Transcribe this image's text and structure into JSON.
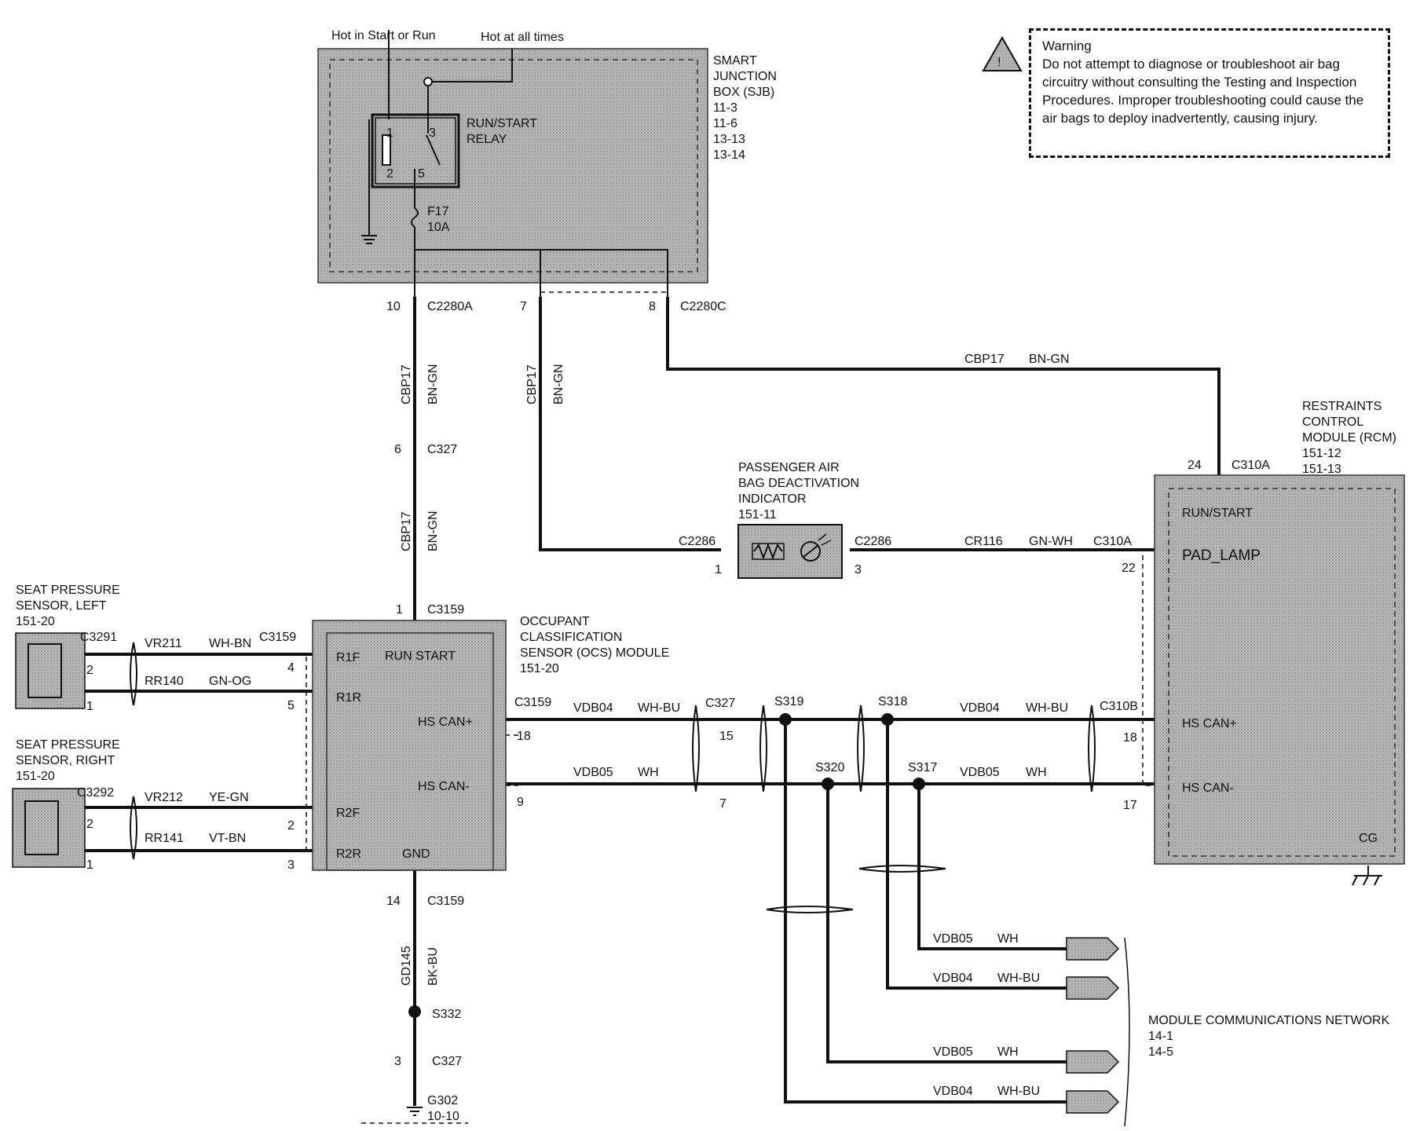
{
  "header": {
    "hot_start_run": "Hot in Start or Run",
    "hot_all_times": "Hot at all times"
  },
  "warning": {
    "title": "Warning",
    "body": "Do not attempt to diagnose or troubleshoot air bag circuitry without consulting the Testing and Inspection Procedures. Improper troubleshooting could cause the air bags to deploy inadvertently, causing injury."
  },
  "sjb": {
    "name_lines": [
      "SMART",
      "JUNCTION",
      "BOX (SJB)",
      "11-3",
      "11-6",
      "13-13",
      "13-14"
    ],
    "relay_lines": [
      "RUN/START",
      "RELAY"
    ],
    "fuse": "F17",
    "fuse_rating": "10A",
    "pins": [
      "1",
      "3",
      "2",
      "5"
    ]
  },
  "connectors": {
    "c2280a": "C2280A",
    "c2280a_pin": "10",
    "c2280c": "C2280C",
    "c2280c_pin7": "7",
    "c2280c_pin8": "8",
    "c327": "C327",
    "c327_pin6": "6",
    "c327_pin15": "15",
    "c327_pin7": "7",
    "c327_pin3": "3",
    "c3159": "C3159",
    "c3159_pin1": "1",
    "c3159_pin4": "4",
    "c3159_pin5": "5",
    "c3159_pin2": "2",
    "c3159_pin3": "3",
    "c3159_pin18": "18",
    "c3159_pin9": "9",
    "c3159_pin14": "14",
    "c2286": "C2286",
    "c2286_pin1": "1",
    "c2286_pin3": "3",
    "c310a": "C310A",
    "c310a_pin24": "24",
    "c310a_pin22": "22",
    "c310b": "C310B",
    "c310b_pin18": "18",
    "c310b_pin17": "17",
    "c3291": "C3291",
    "c3292": "C3292",
    "sensor_pin2": "2",
    "sensor_pin1": "1"
  },
  "wires": {
    "cbp17": "CBP17",
    "bn_gn": "BN-GN",
    "cr116": "CR116",
    "gn_wh": "GN-WH",
    "vr211": "VR211",
    "wh_bn": "WH-BN",
    "rr140": "RR140",
    "gn_og": "GN-OG",
    "vr212": "VR212",
    "ye_gn": "YE-GN",
    "rr141": "RR141",
    "vt_bn": "VT-BN",
    "vdb04": "VDB04",
    "wh_bu": "WH-BU",
    "vdb05": "VDB05",
    "wh": "WH",
    "gd145": "GD145",
    "bk_bu": "BK-BU"
  },
  "splices": {
    "s319": "S319",
    "s318": "S318",
    "s320": "S320",
    "s317": "S317",
    "s332": "S332"
  },
  "ground": {
    "g302": "G302",
    "g302_ref": "10-10"
  },
  "padi": {
    "name_lines": [
      "PASSENGER AIR",
      "BAG DEACTIVATION",
      "INDICATOR",
      "151-11"
    ]
  },
  "rcm": {
    "name_lines": [
      "RESTRAINTS",
      "CONTROL",
      "MODULE (RCM)",
      "151-12",
      "151-13"
    ],
    "run_start": "RUN/START",
    "pad_lamp": "PAD_LAMP",
    "hs_can_plus": "HS CAN+",
    "hs_can_minus": "HS CAN-",
    "cg": "CG"
  },
  "ocs": {
    "name_lines": [
      "OCCUPANT",
      "CLASSIFICATION",
      "SENSOR (OCS) MODULE",
      "151-20"
    ],
    "run_start": "RUN START",
    "r1f": "R1F",
    "r1r": "R1R",
    "r2f": "R2F",
    "r2r": "R2R",
    "hs_can_plus": "HS CAN+",
    "hs_can_minus": "HS CAN-",
    "gnd": "GND"
  },
  "seat_left": {
    "name_lines": [
      "SEAT PRESSURE",
      "SENSOR,   LEFT",
      "151-20"
    ]
  },
  "seat_right": {
    "name_lines": [
      "SEAT PRESSURE",
      "SENSOR,   RIGHT",
      "151-20"
    ]
  },
  "network": {
    "name_lines": [
      "MODULE COMMUNICATIONS NETWORK",
      "14-1",
      "14-5"
    ]
  }
}
